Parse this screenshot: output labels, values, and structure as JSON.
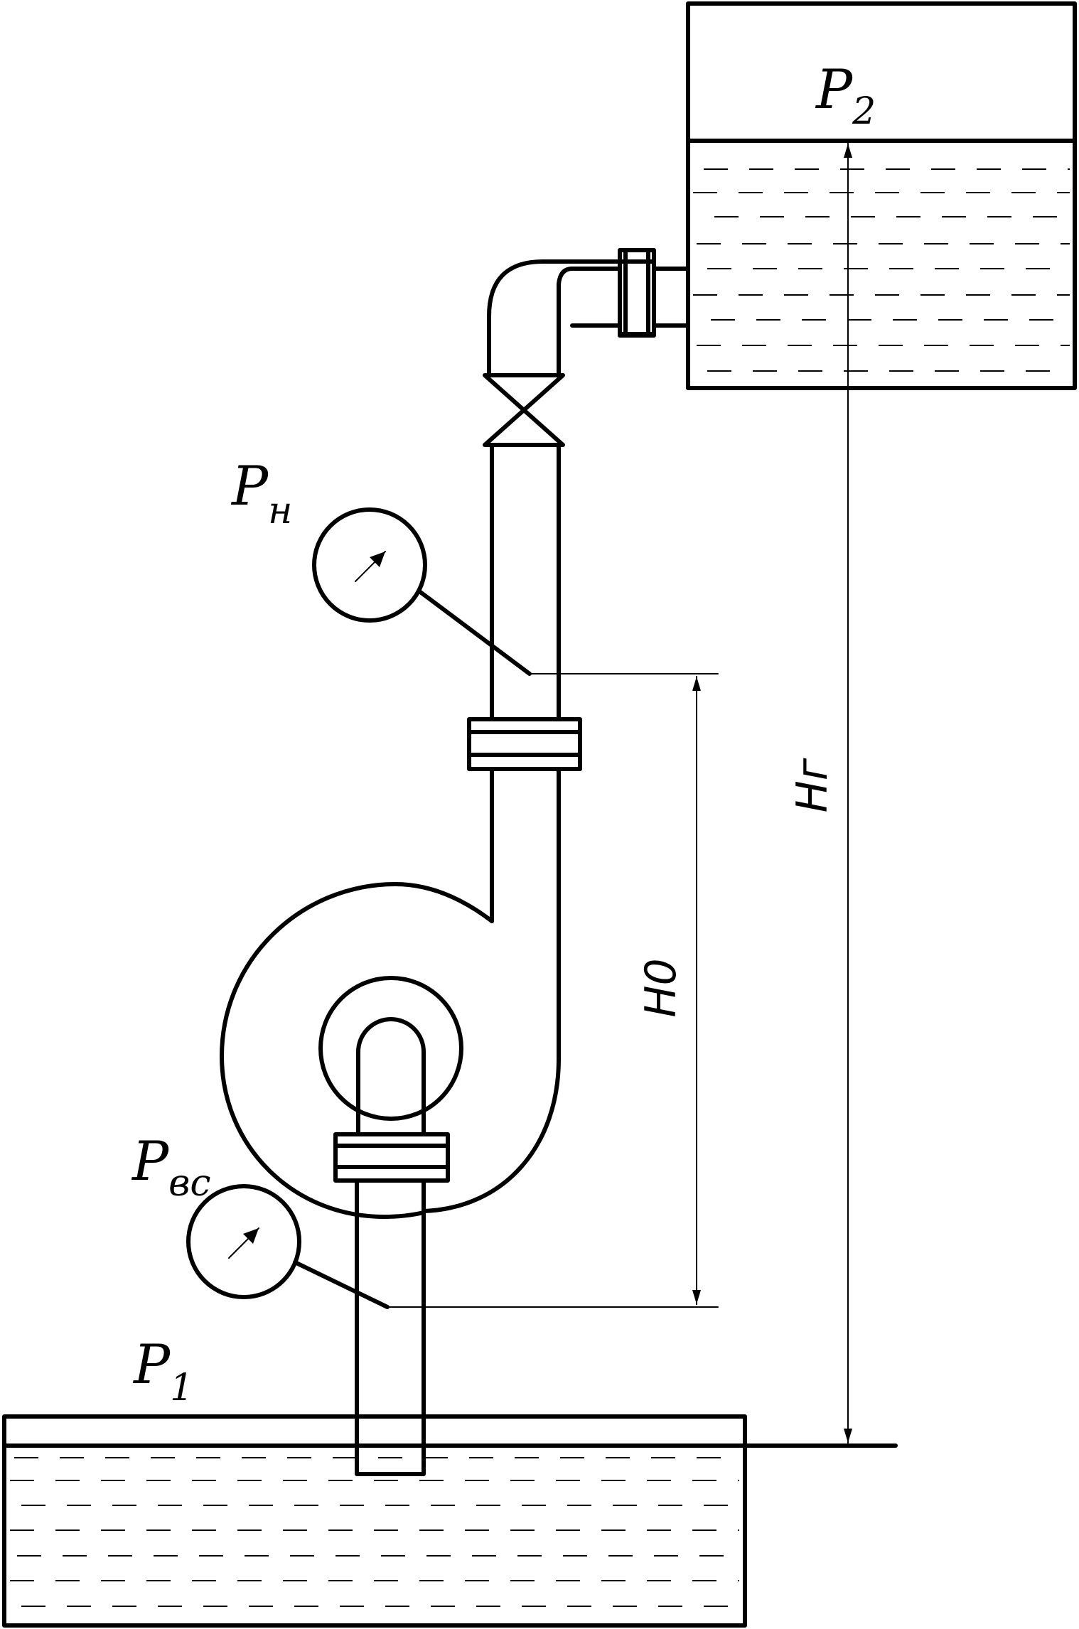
{
  "labels": {
    "p2": {
      "main": "P",
      "sub": "2"
    },
    "p1": {
      "main": "P",
      "sub": "1"
    },
    "p_discharge": {
      "main": "P",
      "sub": "н"
    },
    "p_suction": {
      "main": "P",
      "sub": "вс"
    }
  },
  "dimensions": {
    "geometric_head": "Нг",
    "gauge_distance": "Н0"
  }
}
